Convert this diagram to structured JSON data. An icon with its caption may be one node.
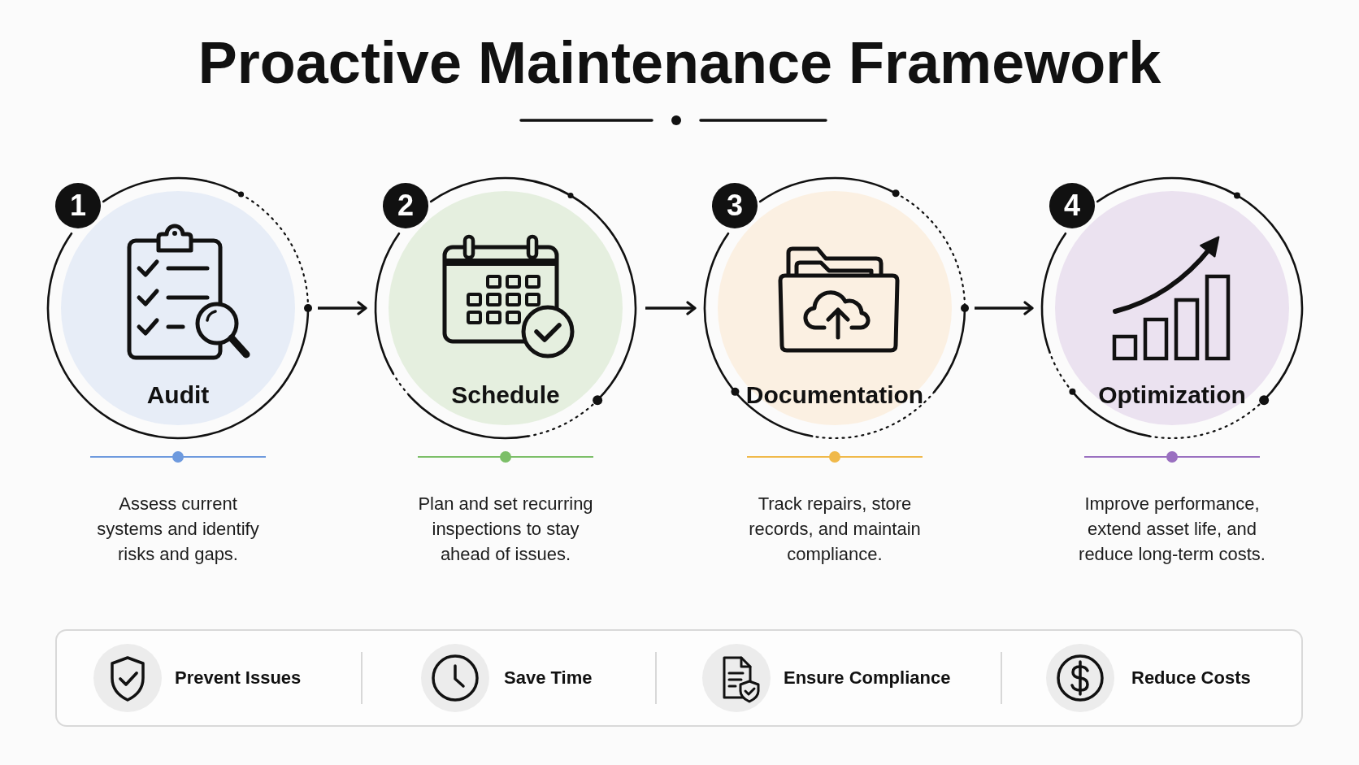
{
  "diagram": {
    "title": "Proactive Maintenance Framework",
    "nodes": [
      {
        "text": [
          "1",
          "Audit"
        ],
        "beside": [
          "Assess current systems and identify risks and gaps."
        ]
      },
      {
        "text": [
          "2",
          "Schedule"
        ],
        "beside": [
          "Plan and set recurring inspections to stay ahead of issues."
        ]
      },
      {
        "text": [
          "3",
          "Documentation"
        ],
        "beside": [
          "Track repairs, store records, and maintain compliance."
        ]
      },
      {
        "text": [
          "4",
          "Optimization"
        ],
        "beside": [
          "Improve performance, extend asset life, and reduce long-term costs."
        ]
      },
      {
        "text": [
          "Prevent Issues",
          "Save Time",
          "Ensure Compliance",
          "Reduce Costs"
        ]
      }
    ],
    "edges": [
      {
        "from": 0,
        "to": 1,
        "arrow": "to"
      },
      {
        "from": 1,
        "to": 2,
        "arrow": "to"
      },
      {
        "from": 2,
        "to": 3,
        "arrow": "to"
      }
    ]
  }
}
